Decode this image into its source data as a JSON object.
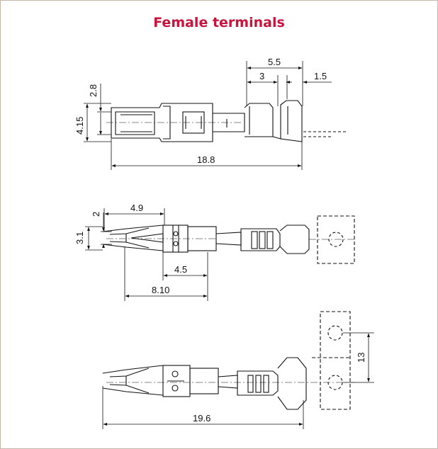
{
  "title": "Female terminals",
  "colors": {
    "title": "#c8143c",
    "frame": "#c9b7aa",
    "ink": "#111111"
  },
  "view1": {
    "dims": {
      "d55": "5.5",
      "d3": "3",
      "d15": "1.5",
      "d28": "2.8",
      "d415": "4.15",
      "d188": "18.8"
    }
  },
  "view2": {
    "dims": {
      "d49": "4.9",
      "d2": "2",
      "d31": "3.1",
      "d45": "4.5",
      "d810": "8.10"
    }
  },
  "view3": {
    "dims": {
      "d196": "19.6",
      "d13": "13"
    }
  }
}
